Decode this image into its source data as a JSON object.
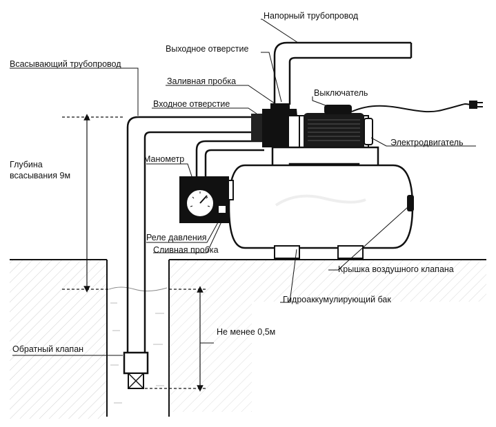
{
  "diagram": {
    "labels": {
      "pressure_pipe": "Напорный трубопровод",
      "outlet": "Выходное отверстие",
      "suction_pipe": "Всасывающий трубопровод",
      "fill_plug": "Заливная пробка",
      "inlet": "Входное отверстие",
      "switch": "Выключатель",
      "motor": "Электродвигатель",
      "manometer": "Манометр",
      "depth_line1": "Глубина",
      "depth_line2": "всасывания 9м",
      "pressure_relay": "Реле давления",
      "drain_plug": "Сливная пробка",
      "air_valve_cap": "Крышка воздушного клапана",
      "accumulator_tank": "Гидроаккумулирующий бак",
      "min_depth": "Не менее 0,5м",
      "check_valve": "Обратный клапан"
    }
  }
}
